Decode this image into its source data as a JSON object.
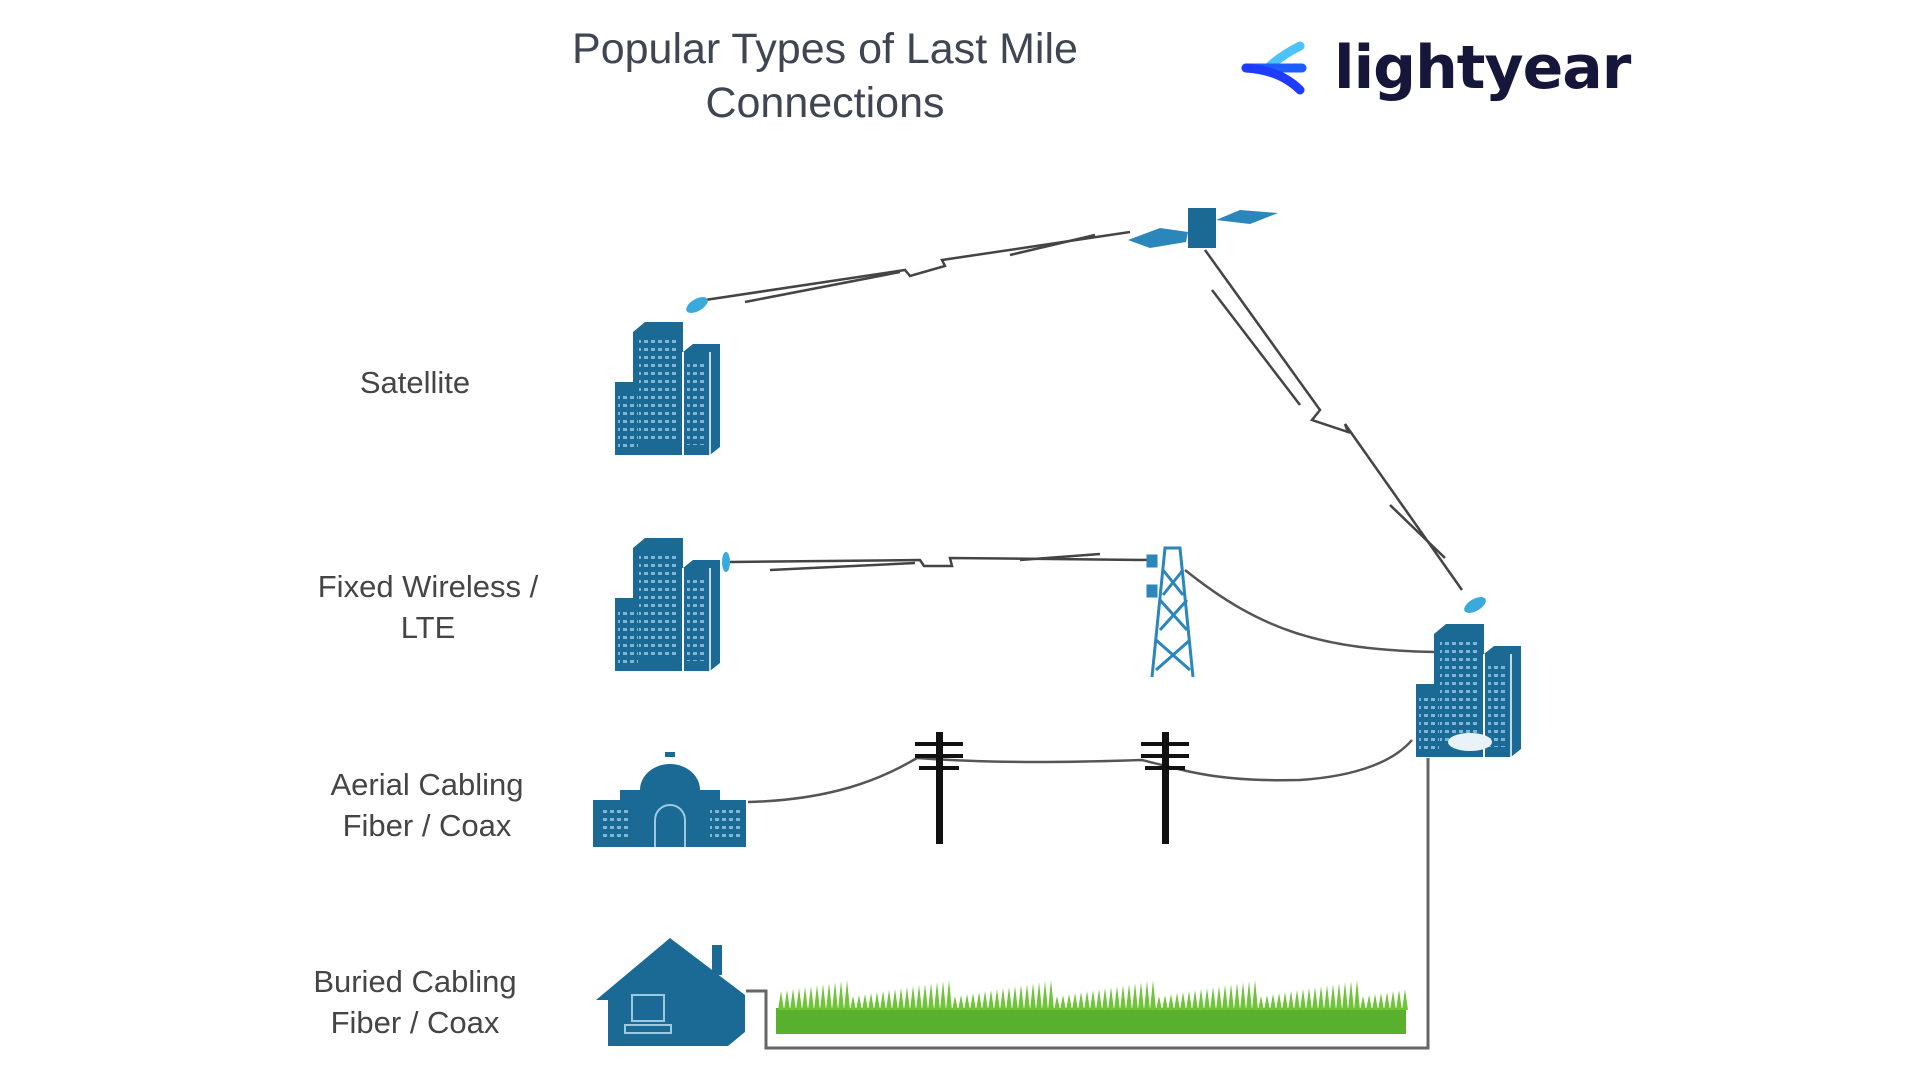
{
  "title": {
    "line1": "Popular Types of Last Mile",
    "line2": "Connections"
  },
  "logo": {
    "text": "lightyear",
    "icon": "lightyear-arrow-icon",
    "colors": [
      "#1d3cff",
      "#4cc3ff"
    ]
  },
  "rows": [
    {
      "line1": "Satellite",
      "line2": ""
    },
    {
      "line1": "Fixed Wireless /",
      "line2": "LTE"
    },
    {
      "line1": "Aerial Cabling",
      "line2": "Fiber / Coax"
    },
    {
      "line1": "Buried Cabling",
      "line2": "Fiber / Coax"
    }
  ],
  "colors": {
    "icon_blue": "#1b6a96",
    "dish_blue": "#3aa9dc",
    "grass": "#5cb82e",
    "line": "#555555"
  }
}
